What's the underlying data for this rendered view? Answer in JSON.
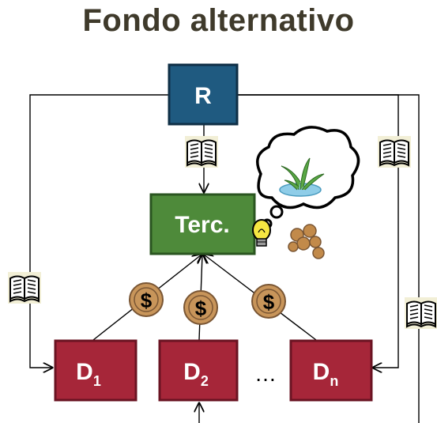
{
  "title": "Fondo alternativo",
  "nodes": {
    "r": {
      "label": "R"
    },
    "terc": {
      "label": "Terc."
    },
    "d1": {
      "label": "D",
      "sub": "1"
    },
    "d2": {
      "label": "D",
      "sub": "2"
    },
    "dn": {
      "label": "D",
      "sub": "n"
    }
  },
  "ellipsis": "…",
  "coin_symbol": "$",
  "colors": {
    "r_box": "#1f5a80",
    "terc_box": "#4e8a3a",
    "d_box": "#a62639",
    "coin": "#c8955a",
    "title": "#3f3a2b"
  },
  "icons": [
    "book-icon",
    "coin-icon",
    "lightbulb-icon",
    "thought-bubble-icon",
    "seeds-icon",
    "plant-icon"
  ]
}
